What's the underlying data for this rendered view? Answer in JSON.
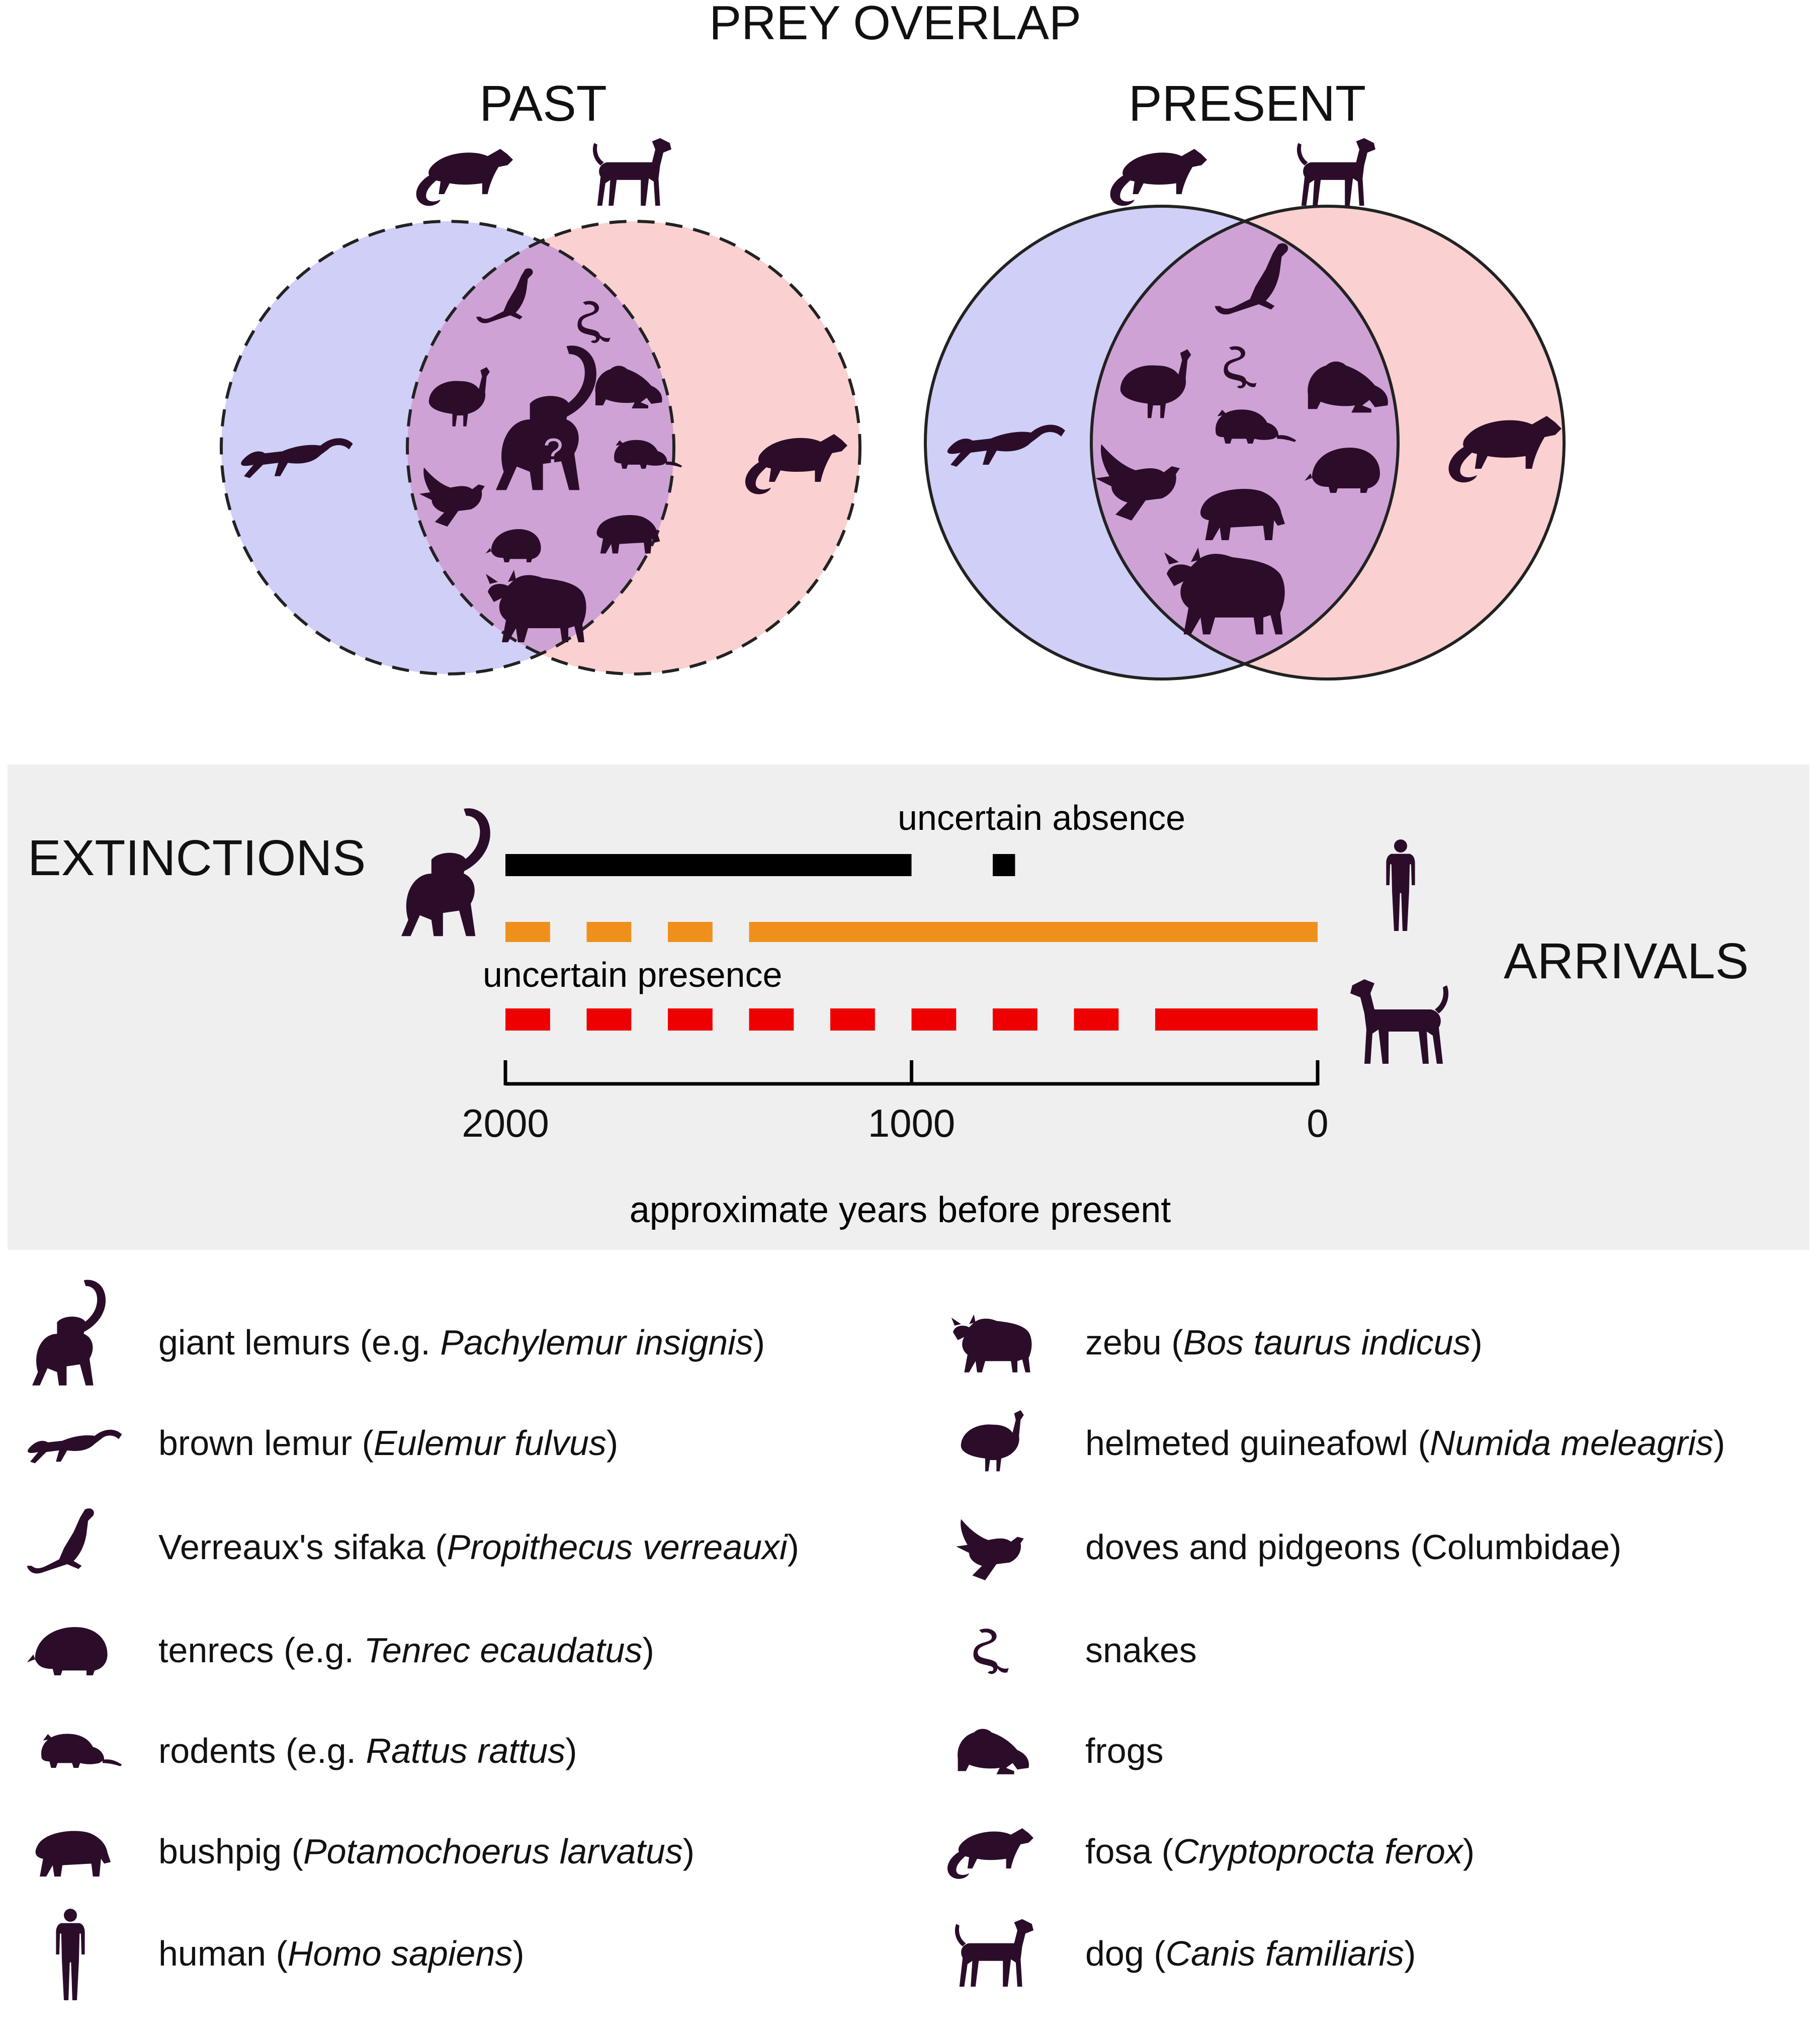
{
  "title": "PREY OVERLAP",
  "venn": {
    "past_label": "PAST",
    "present_label": "PRESENT",
    "question_mark": "?",
    "colors": {
      "left_circle": "#cfcff8",
      "right_circle": "#fbd0d0",
      "overlap": "#cfa2d6",
      "silhouette": "#2b0d2a",
      "outline": "#222222"
    }
  },
  "timeline": {
    "extinctions_label": "EXTINCTIONS",
    "arrivals_label": "ARRIVALS",
    "uncertain_absence": "uncertain absence",
    "uncertain_presence": "uncertain presence",
    "axis_label": "approximate years before present",
    "tick_labels": [
      "2000",
      "1000",
      "0"
    ],
    "panel_color": "#efefef",
    "bars": [
      {
        "name": "giant lemurs",
        "color": "#000000",
        "solid_from": 2000,
        "solid_to": 1000,
        "dashed_from": 800,
        "dashed_to": 700
      },
      {
        "name": "human",
        "color": "#f0901c",
        "dashed_from": 2000,
        "dashed_to": 1400,
        "solid_from": 1400,
        "solid_to": 0
      },
      {
        "name": "dog",
        "color": "#ee0000",
        "dashed_from": 2000,
        "dashed_to": 400,
        "solid_from": 400,
        "solid_to": 0
      }
    ]
  },
  "legend": {
    "left": [
      {
        "icon": "giant-lemur-icon",
        "text": "giant lemurs (e.g. ",
        "italic": "Pachylemur insignis",
        "after": ")"
      },
      {
        "icon": "brown-lemur-icon",
        "text": "brown lemur (",
        "italic": "Eulemur fulvus",
        "after": ")"
      },
      {
        "icon": "sifaka-icon",
        "text": "Verreaux's sifaka (",
        "italic": "Propithecus verreauxi",
        "after": ")"
      },
      {
        "icon": "tenrec-icon",
        "text": "tenrecs (e.g. ",
        "italic": "Tenrec ecaudatus",
        "after": ")"
      },
      {
        "icon": "rodent-icon",
        "text": "rodents (e.g. ",
        "italic": "Rattus rattus",
        "after": ")"
      },
      {
        "icon": "bushpig-icon",
        "text": "bushpig (",
        "italic": "Potamochoerus larvatus",
        "after": ")"
      },
      {
        "icon": "human-icon",
        "text": "human (",
        "italic": "Homo sapiens",
        "after": ")"
      }
    ],
    "right": [
      {
        "icon": "zebu-icon",
        "text": "zebu (",
        "italic": "Bos taurus indicus",
        "after": ")"
      },
      {
        "icon": "guineafowl-icon",
        "text": "helmeted guineafowl (",
        "italic": "Numida meleagris",
        "after": ")"
      },
      {
        "icon": "dove-icon",
        "text": "doves and pidgeons (Columbidae)",
        "italic": "",
        "after": ""
      },
      {
        "icon": "snake-icon",
        "text": "snakes",
        "italic": "",
        "after": ""
      },
      {
        "icon": "frog-icon",
        "text": "frogs",
        "italic": "",
        "after": ""
      },
      {
        "icon": "fosa-icon",
        "text": "fosa (",
        "italic": "Cryptoprocta ferox",
        "after": ")"
      },
      {
        "icon": "dog-icon",
        "text": "dog (",
        "italic": "Canis familiaris",
        "after": ")"
      }
    ]
  }
}
